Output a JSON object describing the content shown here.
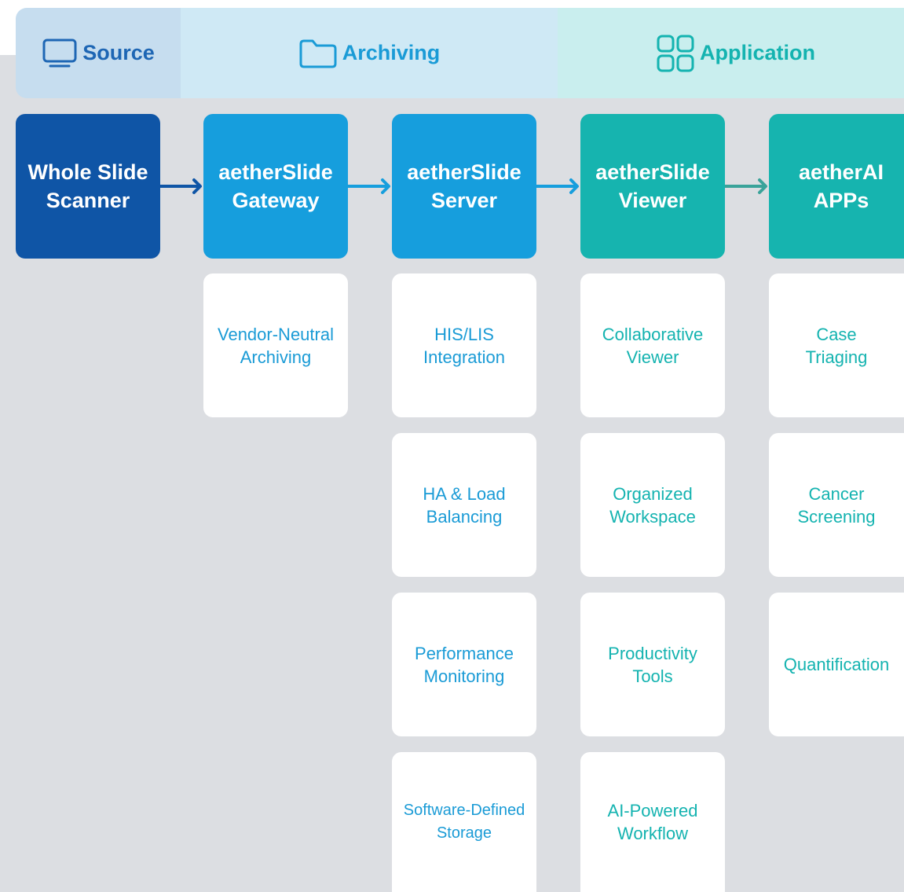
{
  "header": {
    "source": "Source",
    "archiving": "Archiving",
    "application": "Application"
  },
  "columns": [
    {
      "title": "Whole Slide\nScanner",
      "color": "#0f55a6",
      "items": []
    },
    {
      "title": "aetherSlide\nGateway",
      "color": "#169edd",
      "items": [
        "Vendor-Neutral\nArchiving"
      ]
    },
    {
      "title": "aetherSlide\nServer",
      "color": "#169edd",
      "items": [
        "HIS/LIS\nIntegration",
        "HA & Load\nBalancing",
        "Performance\nMonitoring",
        "Software-Defined\nStorage"
      ]
    },
    {
      "title": "aetherSlide\nViewer",
      "color": "#16b4af",
      "items": [
        "Collaborative\nViewer",
        "Organized\nWorkspace",
        "Productivity\nTools",
        "AI-Powered\nWorkflow"
      ]
    },
    {
      "title": "aetherAI\nAPPs",
      "color": "#16b4af",
      "items": [
        "Case\nTriaging",
        "Cancer\nScreening",
        "Quantification"
      ]
    }
  ],
  "icons": {
    "source": "monitor-icon",
    "archiving": "folder-icon",
    "application": "apps-grid-icon",
    "arrow": "arrow-right-icon"
  }
}
